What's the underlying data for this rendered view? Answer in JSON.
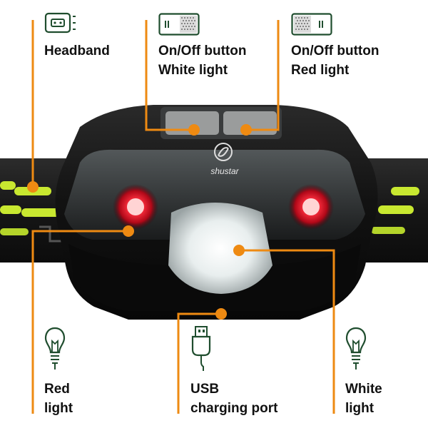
{
  "brand": {
    "logo_text": "shustar"
  },
  "colors": {
    "accent": "#ee8a12",
    "icon_stroke": "#1f4d2e",
    "band_stripe": "#c8e830",
    "lamp_body": "#151515",
    "red_led": "#e8102a",
    "white_led": "#f4f6f6"
  },
  "labels": {
    "headband": "Headband",
    "white_button": {
      "line1": "On/Off button",
      "line2": "White light"
    },
    "red_button": {
      "line1": "On/Off button",
      "line2": "Red light"
    },
    "red_light": {
      "line1": "Red",
      "line2": "light"
    },
    "usb": {
      "line1": "USB",
      "line2": "charging port"
    },
    "white_light": {
      "line1": "White",
      "line2": "light"
    }
  },
  "icons": {
    "headband": "headband-clip-icon",
    "white_button": "button-white-icon",
    "red_button": "button-red-icon",
    "red_light": "light-bulb-icon",
    "usb": "usb-plug-icon",
    "white_light": "light-bulb-icon"
  }
}
